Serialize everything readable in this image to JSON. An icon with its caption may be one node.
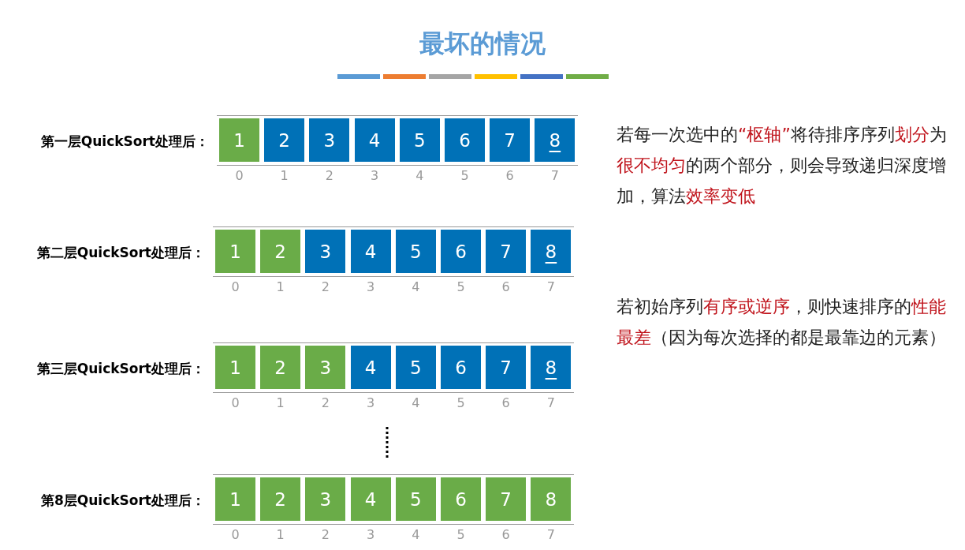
{
  "diagram": {
    "title": "最坏的情况",
    "nodes": [
      {
        "text": [
          "第一层QuickSort处理后："
        ]
      },
      {
        "text": [
          "1"
        ],
        "in": 0,
        "beside": [
          "0"
        ]
      },
      {
        "text": [
          "2"
        ],
        "in": 0,
        "beside": [
          "1"
        ]
      },
      {
        "text": [
          "3"
        ],
        "in": 0,
        "beside": [
          "2"
        ]
      },
      {
        "text": [
          "4"
        ],
        "in": 0,
        "beside": [
          "3"
        ]
      },
      {
        "text": [
          "5"
        ],
        "in": 0,
        "beside": [
          "4"
        ]
      },
      {
        "text": [
          "6"
        ],
        "in": 0,
        "beside": [
          "5"
        ]
      },
      {
        "text": [
          "7"
        ],
        "in": 0,
        "beside": [
          "6"
        ]
      },
      {
        "text": [
          "8"
        ],
        "in": 0,
        "beside": [
          "7"
        ]
      },
      {
        "text": [
          "第二层QuickSort处理后："
        ]
      },
      {
        "text": [
          "1"
        ],
        "in": 9,
        "beside": [
          "0"
        ]
      },
      {
        "text": [
          "2"
        ],
        "in": 9,
        "beside": [
          "1"
        ]
      },
      {
        "text": [
          "3"
        ],
        "in": 9,
        "beside": [
          "2"
        ]
      },
      {
        "text": [
          "4"
        ],
        "in": 9,
        "beside": [
          "3"
        ]
      },
      {
        "text": [
          "5"
        ],
        "in": 9,
        "beside": [
          "4"
        ]
      },
      {
        "text": [
          "6"
        ],
        "in": 9,
        "beside": [
          "5"
        ]
      },
      {
        "text": [
          "7"
        ],
        "in": 9,
        "beside": [
          "6"
        ]
      },
      {
        "text": [
          "8"
        ],
        "in": 9,
        "beside": [
          "7"
        ]
      },
      {
        "text": [
          "第三层QuickSort处理后："
        ]
      },
      {
        "text": [
          "1"
        ],
        "in": 18,
        "beside": [
          "0"
        ]
      },
      {
        "text": [
          "2"
        ],
        "in": 18,
        "beside": [
          "1"
        ]
      },
      {
        "text": [
          "3"
        ],
        "in": 18,
        "beside": [
          "2"
        ]
      },
      {
        "text": [
          "4"
        ],
        "in": 18,
        "beside": [
          "3"
        ]
      },
      {
        "text": [
          "5"
        ],
        "in": 18,
        "beside": [
          "4"
        ]
      },
      {
        "text": [
          "6"
        ],
        "in": 18,
        "beside": [
          "5"
        ]
      },
      {
        "text": [
          "7"
        ],
        "in": 18,
        "beside": [
          "6"
        ]
      },
      {
        "text": [
          "8"
        ],
        "in": 18,
        "beside": [
          "7"
        ]
      },
      {
        "text": [
          "第8层QuickSort处理后："
        ]
      },
      {
        "text": [
          "1"
        ],
        "in": 27,
        "beside": [
          "0"
        ]
      },
      {
        "text": [
          "2"
        ],
        "in": 27,
        "beside": [
          "1"
        ]
      },
      {
        "text": [
          "3"
        ],
        "in": 27,
        "beside": [
          "2"
        ]
      },
      {
        "text": [
          "4"
        ],
        "in": 27,
        "beside": [
          "3"
        ]
      },
      {
        "text": [
          "5"
        ],
        "in": 27,
        "beside": [
          "4"
        ]
      },
      {
        "text": [
          "6"
        ],
        "in": 27,
        "beside": [
          "5"
        ]
      },
      {
        "text": [
          "7"
        ],
        "in": 27,
        "beside": [
          "6"
        ]
      },
      {
        "text": [
          "8"
        ],
        "in": 27,
        "beside": [
          "7"
        ]
      }
    ],
    "labels": [
      "若每一次选中的**“枢轴”**将待排序序列**划分**为**很不均匀**的两个部分，则会导致递归深度增加，算法**效率变低**",
      "若初始序列**有序或逆序**，则快速排序的**性能最差**（因为每次选择的都是最靠边的元素）"
    ]
  }
}
